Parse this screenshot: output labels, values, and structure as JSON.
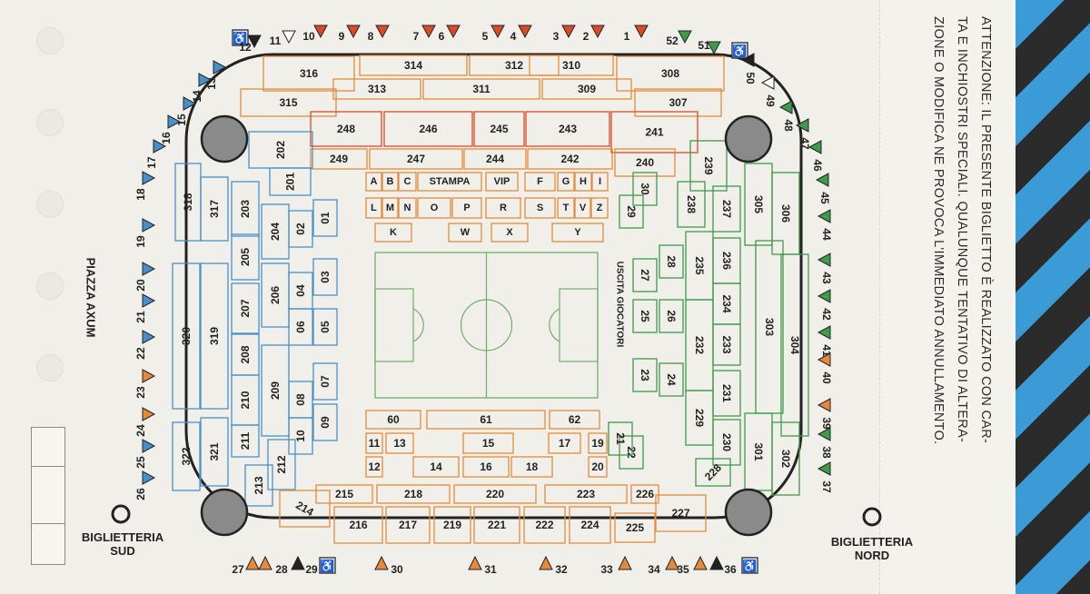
{
  "notice": {
    "lines": [
      "ATTENZIONE: IL PRESENTE BIGLIETTO È REALIZZATO CON CAR-",
      "TA E INCHIOSTRI SPECIALI. QUALUNQUE TENTATIVO DI ALTERA-",
      "ZIONE O MODIFICA NE PROVOCA L'IMMEDIATO ANNULLAMENTO."
    ]
  },
  "labels": {
    "piazza": "PIAZZA AXUM",
    "south_office_1": "BIGLIETTERIA",
    "south_office_2": "SUD",
    "north_office_1": "BIGLIETTERIA",
    "north_office_2": "NORD",
    "player_exit": "USCITA GIOCATORI"
  },
  "colors": {
    "blue": "#4a90c8",
    "orange": "#e48a3c",
    "green": "#3f9a4c",
    "red": "#d94a2a",
    "black": "#222222",
    "paper": "#f1efe9",
    "pitch": "#6fae6a"
  },
  "icons": [
    "wheelchair-icon",
    "triangle-gate-icon",
    "stadium-tower-icon",
    "ticket-office-marker-icon"
  ],
  "gates": {
    "top": [
      {
        "n": "12",
        "c": "black"
      },
      {
        "n": "11",
        "c": "white"
      },
      {
        "n": "10",
        "c": "red"
      },
      {
        "n": "9",
        "c": "red"
      },
      {
        "n": "8",
        "c": "red"
      },
      {
        "n": "7",
        "c": "red"
      },
      {
        "n": "6",
        "c": "red"
      },
      {
        "n": "5",
        "c": "red"
      },
      {
        "n": "4",
        "c": "red"
      },
      {
        "n": "3",
        "c": "red"
      },
      {
        "n": "2",
        "c": "red"
      },
      {
        "n": "1",
        "c": "red"
      },
      {
        "n": "52",
        "c": "green"
      },
      {
        "n": "51",
        "c": "green"
      }
    ],
    "left": [
      {
        "n": "13",
        "c": "blue"
      },
      {
        "n": "14",
        "c": "blue"
      },
      {
        "n": "15",
        "c": "blue"
      },
      {
        "n": "16",
        "c": "blue"
      },
      {
        "n": "17",
        "c": "blue"
      },
      {
        "n": "18",
        "c": "blue"
      },
      {
        "n": "19",
        "c": "blue"
      },
      {
        "n": "20",
        "c": "blue"
      },
      {
        "n": "21",
        "c": "blue"
      },
      {
        "n": "22",
        "c": "blue"
      },
      {
        "n": "23",
        "c": "orange"
      },
      {
        "n": "24",
        "c": "orange"
      },
      {
        "n": "25",
        "c": "blue"
      },
      {
        "n": "26",
        "c": "blue"
      }
    ],
    "right": [
      {
        "n": "50",
        "c": "black"
      },
      {
        "n": "49",
        "c": "white"
      },
      {
        "n": "48",
        "c": "green"
      },
      {
        "n": "47",
        "c": "green"
      },
      {
        "n": "46",
        "c": "green"
      },
      {
        "n": "45",
        "c": "green"
      },
      {
        "n": "44",
        "c": "green"
      },
      {
        "n": "43",
        "c": "green"
      },
      {
        "n": "42",
        "c": "green"
      },
      {
        "n": "41",
        "c": "green"
      },
      {
        "n": "40",
        "c": "orange"
      },
      {
        "n": "39",
        "c": "orange"
      },
      {
        "n": "38",
        "c": "green"
      },
      {
        "n": "37",
        "c": "green"
      }
    ],
    "bottom": [
      {
        "n": "27",
        "c": "orange"
      },
      {
        "n": "28",
        "c": "orange"
      },
      {
        "n": "29",
        "c": "black"
      },
      {
        "n": "30",
        "c": "orange"
      },
      {
        "n": "31",
        "c": "orange"
      },
      {
        "n": "32",
        "c": "orange"
      },
      {
        "n": "33",
        "c": "orange"
      },
      {
        "n": "34",
        "c": "orange"
      },
      {
        "n": "35",
        "c": "orange"
      },
      {
        "n": "36",
        "c": "black"
      }
    ]
  },
  "sections": {
    "red_top": [
      "316",
      "314",
      "312",
      "310",
      "308",
      "315",
      "313",
      "311",
      "309",
      "307"
    ],
    "red_mid": [
      "248",
      "246",
      "245",
      "243",
      "241"
    ],
    "orange_top": [
      "249",
      "247",
      "244",
      "242",
      "240"
    ],
    "boxes_top1": [
      "A",
      "B",
      "C",
      "STAMPA",
      "VIP",
      "F",
      "G",
      "H",
      "I"
    ],
    "boxes_top2": [
      "L",
      "M",
      "N",
      "O",
      "P",
      "R",
      "S",
      "T",
      "V",
      "Z"
    ],
    "boxes_top3": [
      "K",
      "W",
      "X",
      "Y"
    ],
    "blue_outer": [
      "318",
      "317",
      "320",
      "319",
      "322",
      "321"
    ],
    "blue_mid": [
      "202",
      "201",
      "203",
      "204",
      "205",
      "206",
      "207",
      "208",
      "209",
      "210",
      "211",
      "212",
      "213"
    ],
    "blue_inner": [
      "01",
      "02",
      "03",
      "04",
      "05",
      "06",
      "07",
      "08",
      "09",
      "10"
    ],
    "green_outer": [
      "305",
      "306",
      "303",
      "304",
      "301",
      "302"
    ],
    "green_mid": [
      "239",
      "238",
      "237",
      "236",
      "235",
      "234",
      "233",
      "232",
      "231",
      "229",
      "230",
      "228"
    ],
    "green_inner": [
      "30",
      "29",
      "28",
      "27",
      "26",
      "25",
      "24",
      "23",
      "22",
      "21"
    ],
    "orange_bottom_inner": [
      "60",
      "61",
      "62",
      "11",
      "13",
      "15",
      "17",
      "19",
      "12",
      "14",
      "16",
      "18",
      "20"
    ],
    "orange_bottom_mid": [
      "215",
      "218",
      "220",
      "223",
      "226"
    ],
    "orange_bottom_outer": [
      "214",
      "216",
      "217",
      "219",
      "221",
      "222",
      "224",
      "225",
      "227"
    ]
  }
}
